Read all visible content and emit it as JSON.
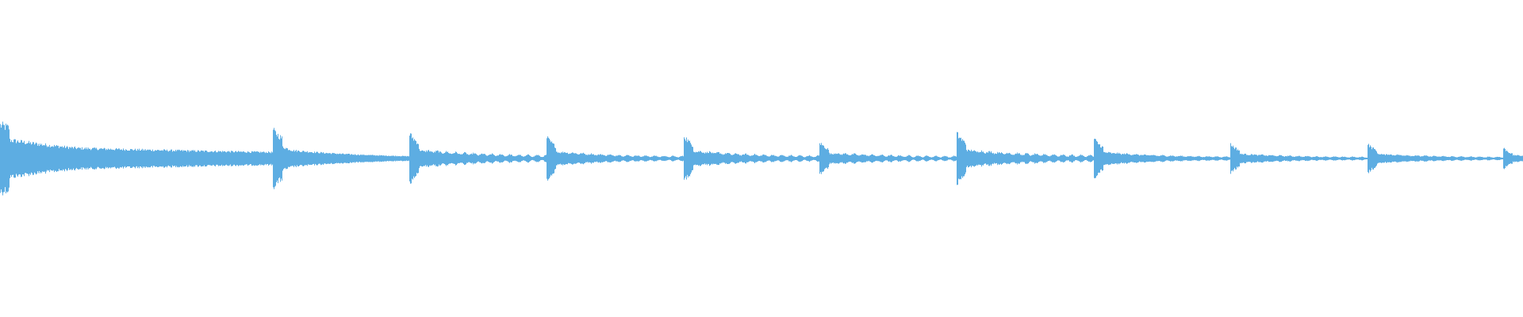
{
  "waveform": {
    "color": "#5DADE2",
    "onsets": [
      {
        "time": 0.0,
        "peak": 0.95,
        "decay": 0.22,
        "tail": 0.05,
        "ripple": 0.0
      },
      {
        "time": 0.179,
        "peak": 0.8,
        "decay": 0.05,
        "tail": 0.03,
        "ripple": 0.0
      },
      {
        "time": 0.269,
        "peak": 0.7,
        "decay": 0.035,
        "tail": 0.085,
        "ripple": 0.55
      },
      {
        "time": 0.359,
        "peak": 0.6,
        "decay": 0.03,
        "tail": 0.07,
        "ripple": 0.45
      },
      {
        "time": 0.449,
        "peak": 0.65,
        "decay": 0.03,
        "tail": 0.08,
        "ripple": 0.5
      },
      {
        "time": 0.538,
        "peak": 0.45,
        "decay": 0.03,
        "tail": 0.07,
        "ripple": 0.55
      },
      {
        "time": 0.628,
        "peak": 0.7,
        "decay": 0.035,
        "tail": 0.085,
        "ripple": 0.55
      },
      {
        "time": 0.718,
        "peak": 0.55,
        "decay": 0.03,
        "tail": 0.06,
        "ripple": 0.35
      },
      {
        "time": 0.808,
        "peak": 0.4,
        "decay": 0.03,
        "tail": 0.05,
        "ripple": 0.4
      },
      {
        "time": 0.898,
        "peak": 0.4,
        "decay": 0.03,
        "tail": 0.05,
        "ripple": 0.4
      },
      {
        "time": 0.987,
        "peak": 0.3,
        "decay": 0.02,
        "tail": 0.06,
        "ripple": 0.2
      }
    ]
  }
}
